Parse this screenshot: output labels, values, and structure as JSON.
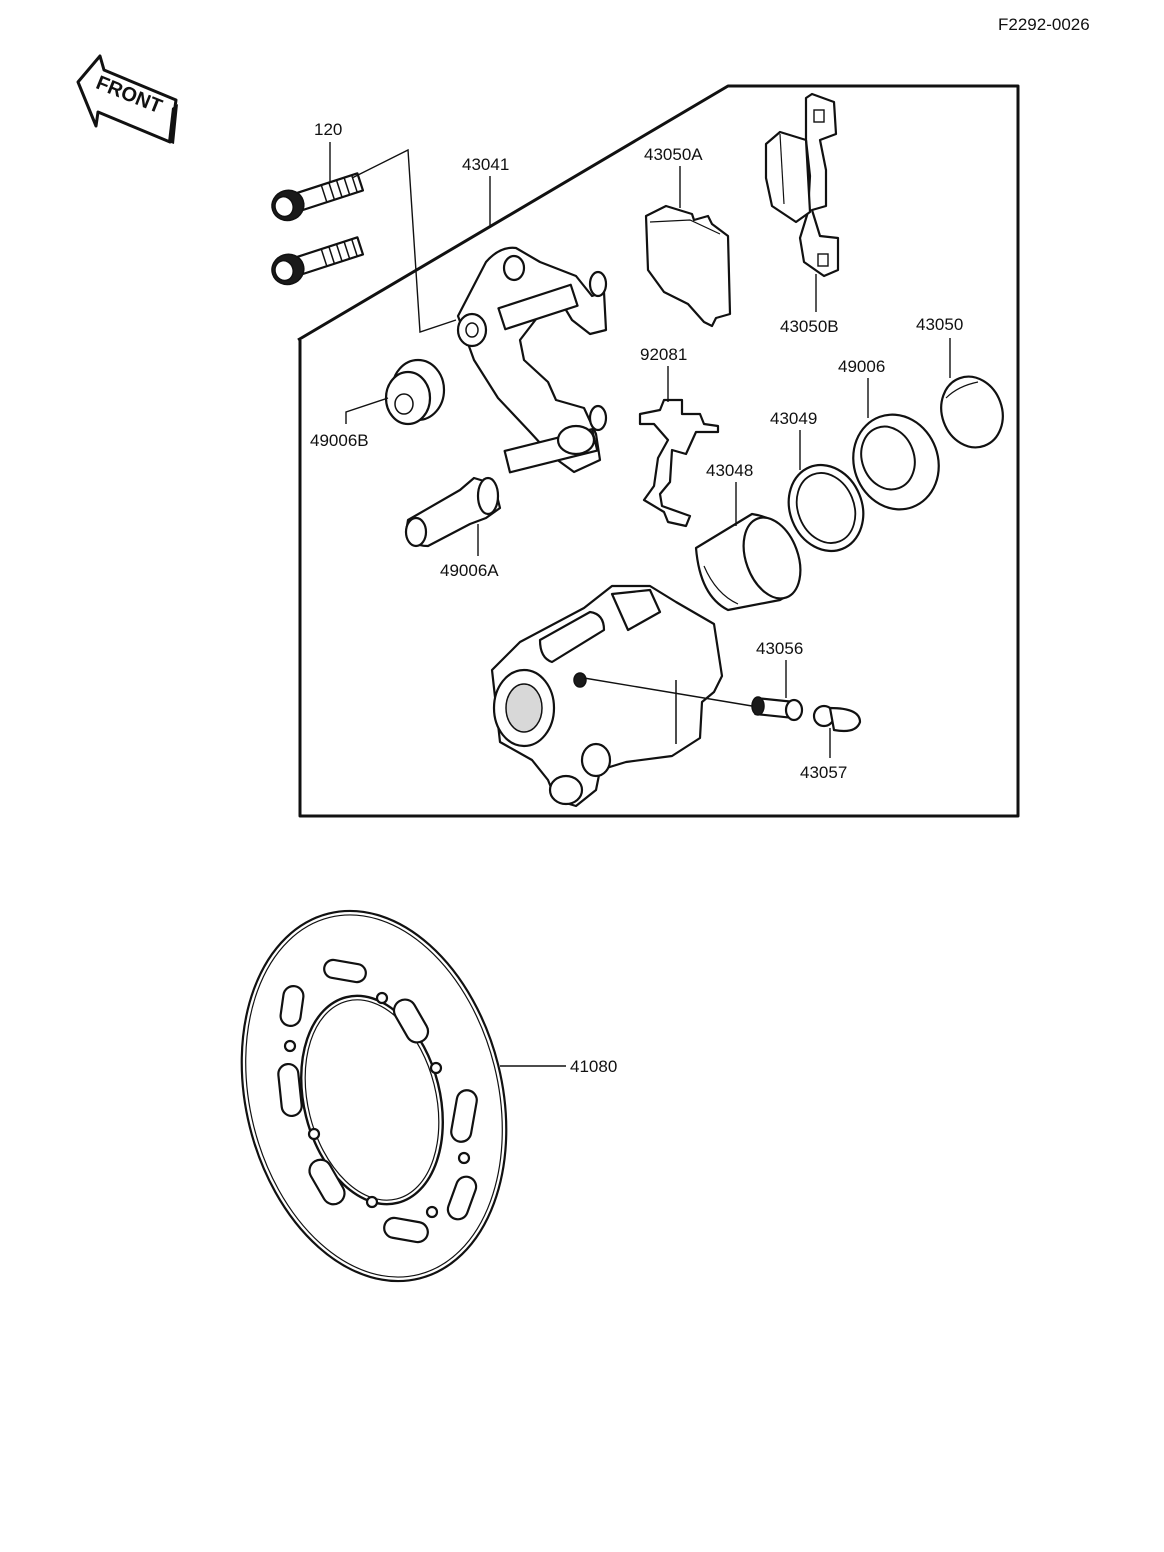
{
  "diagram": {
    "drawing_code": "F2292-0026",
    "front_marker": "FRONT",
    "parts": [
      {
        "number": "120",
        "name": "bolt"
      },
      {
        "number": "43041",
        "name": "caliper-bracket"
      },
      {
        "number": "43050A",
        "name": "brake-pad-a"
      },
      {
        "number": "43050B",
        "name": "brake-pad-b"
      },
      {
        "number": "43050",
        "name": "piston-boot"
      },
      {
        "number": "92081",
        "name": "pad-spring"
      },
      {
        "number": "49006",
        "name": "dust-seal"
      },
      {
        "number": "43049",
        "name": "piston-seal"
      },
      {
        "number": "43048",
        "name": "piston"
      },
      {
        "number": "49006B",
        "name": "boot-b"
      },
      {
        "number": "49006A",
        "name": "boot-a"
      },
      {
        "number": "43056",
        "name": "bleed-valve"
      },
      {
        "number": "43057",
        "name": "bleed-cap"
      },
      {
        "number": "41080",
        "name": "brake-disc"
      }
    ]
  }
}
